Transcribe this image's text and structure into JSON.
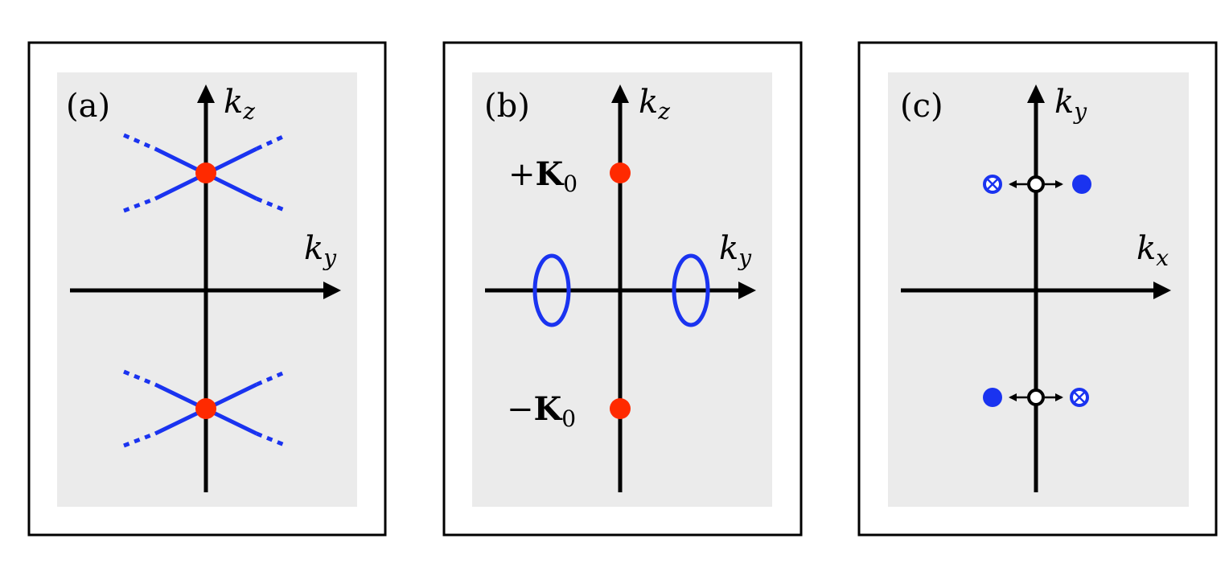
{
  "panels": [
    {
      "label": "(a)",
      "vertical_axis": {
        "base": "k",
        "sub": "z"
      },
      "horizontal_axis": {
        "base": "k",
        "sub": "y"
      }
    },
    {
      "label": "(b)",
      "vertical_axis": {
        "base": "k",
        "sub": "z"
      },
      "horizontal_axis": {
        "base": "k",
        "sub": "y"
      },
      "points": [
        {
          "sign": "+",
          "symbol": "K",
          "sub": "0"
        },
        {
          "sign": "−",
          "symbol": "K",
          "sub": "0"
        }
      ]
    },
    {
      "label": "(c)",
      "vertical_axis": {
        "base": "k",
        "sub": "y"
      },
      "horizontal_axis": {
        "base": "k",
        "sub": "x"
      }
    }
  ],
  "colors": {
    "axis": "#000000",
    "band": "#1a33f0",
    "node": "#ff2a00",
    "panel_background": "#ebebeb"
  }
}
